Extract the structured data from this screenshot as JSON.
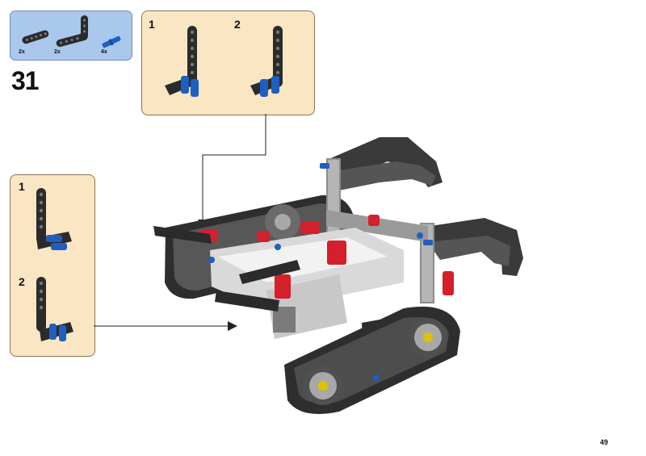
{
  "step": {
    "number": "31"
  },
  "parts_list": [
    {
      "qty": "2x",
      "part": "beam-short"
    },
    {
      "qty": "2x",
      "part": "l-beam"
    },
    {
      "qty": "4x",
      "part": "blue-axle-pin"
    }
  ],
  "callout_top": {
    "steps": [
      {
        "label": "1"
      },
      {
        "label": "2"
      }
    ]
  },
  "callout_left": {
    "steps": [
      {
        "label": "1"
      },
      {
        "label": "2"
      }
    ]
  },
  "page": {
    "number": "49"
  },
  "colors": {
    "parts_box_bg": "#a9c8ec",
    "callout_bg": "#fbe6c4",
    "beam": "#2b2b2b",
    "pin": "#1f5fbf",
    "accent_red": "#d4202a"
  }
}
